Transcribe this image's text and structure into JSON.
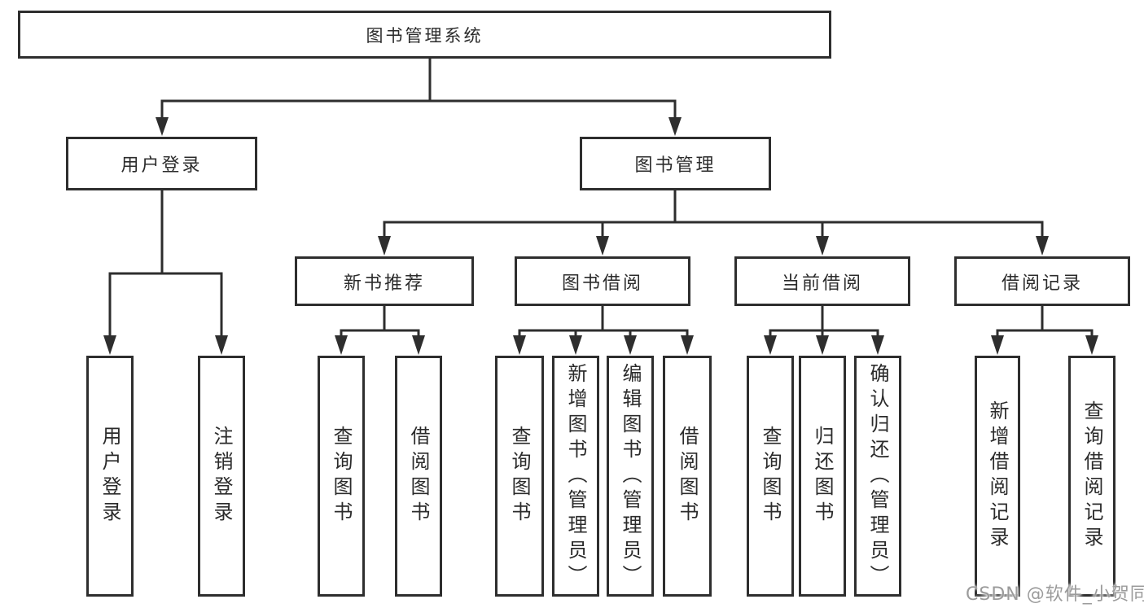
{
  "diagram": {
    "root": {
      "label": "图书管理系统"
    },
    "branches": [
      {
        "label": "用户登录",
        "children": [
          {
            "label": "用户登录"
          },
          {
            "label": "注销登录"
          }
        ]
      },
      {
        "label": "图书管理",
        "children": [
          {
            "label": "新书推荐",
            "children": [
              {
                "label": "查询图书"
              },
              {
                "label": "借阅图书"
              }
            ]
          },
          {
            "label": "图书借阅",
            "children": [
              {
                "label": "查询图书"
              },
              {
                "label": "新增图书（管理员）"
              },
              {
                "label": "编辑图书（管理员）"
              },
              {
                "label": "借阅图书"
              }
            ]
          },
          {
            "label": "当前借阅",
            "children": [
              {
                "label": "查询图书"
              },
              {
                "label": "归还图书"
              },
              {
                "label": "确认归还（管理员）"
              }
            ]
          },
          {
            "label": "借阅记录",
            "children": [
              {
                "label": "新增借阅记录"
              },
              {
                "label": "查询借阅记录"
              }
            ]
          }
        ]
      }
    ]
  },
  "watermark": {
    "text": "CSDN @软件_小贺同学"
  },
  "colors": {
    "line": "#2e2e2e",
    "text": "#2b2b2b",
    "watermark": "#9b9b9b",
    "background": "#ffffff"
  }
}
